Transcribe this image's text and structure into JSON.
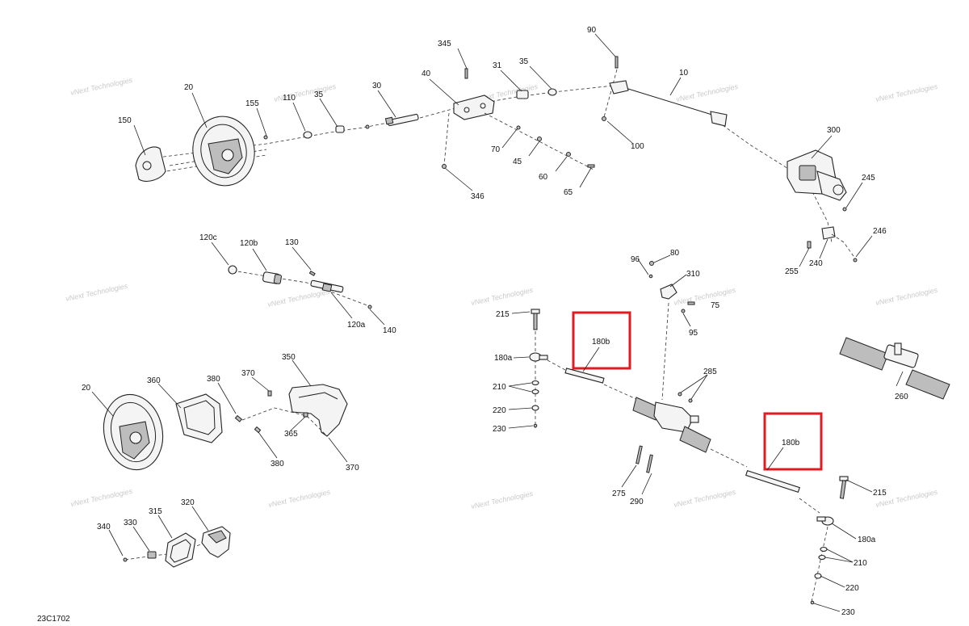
{
  "diagram_code": "23C1702",
  "watermark_text": "vNext Technologies",
  "highlight_color": "#e01b22",
  "callouts": {
    "c150": "150",
    "c20a": "20",
    "c155": "155",
    "c110": "110",
    "c35a": "35",
    "c30": "30",
    "c40": "40",
    "c345": "345",
    "c31": "31",
    "c35b": "35",
    "c90": "90",
    "c10": "10",
    "c100": "100",
    "c70": "70",
    "c45": "45",
    "c60": "60",
    "c65": "65",
    "c346": "346",
    "c300": "300",
    "c245": "245",
    "c246": "246",
    "c255": "255",
    "c240": "240",
    "c120c": "120c",
    "c120b": "120b",
    "c130": "130",
    "c120a": "120a",
    "c140": "140",
    "c96": "96",
    "c80": "80",
    "c310": "310",
    "c75": "75",
    "c95": "95",
    "c215a": "215",
    "c180aa": "180a",
    "c210a": "210",
    "c220a": "220",
    "c230a": "230",
    "c180ba": "180b",
    "c180bb": "180b",
    "c285": "285",
    "c275": "275",
    "c290": "290",
    "c260": "260",
    "c215b": "215",
    "c180ab": "180a",
    "c210b": "210",
    "c220b": "220",
    "c230b": "230",
    "c20b": "20",
    "c360": "360",
    "c380a": "380",
    "c370a": "370",
    "c350": "350",
    "c365": "365",
    "c380b": "380",
    "c370b": "370",
    "c340": "340",
    "c330": "330",
    "c315": "315",
    "c320": "320"
  }
}
